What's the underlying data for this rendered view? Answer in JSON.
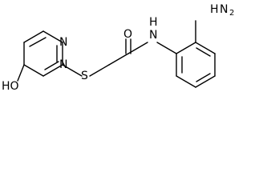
{
  "molecule": {
    "atom_labels": {
      "n_ring_top": "N",
      "n_ring_bottom": "N",
      "sulfur": "S",
      "oxygen": "O",
      "amide_nh": "N",
      "amide_h": "H",
      "hydroxyl": "HO",
      "amino_h": "H",
      "amino_n": "N",
      "amino_sub": "2"
    }
  }
}
